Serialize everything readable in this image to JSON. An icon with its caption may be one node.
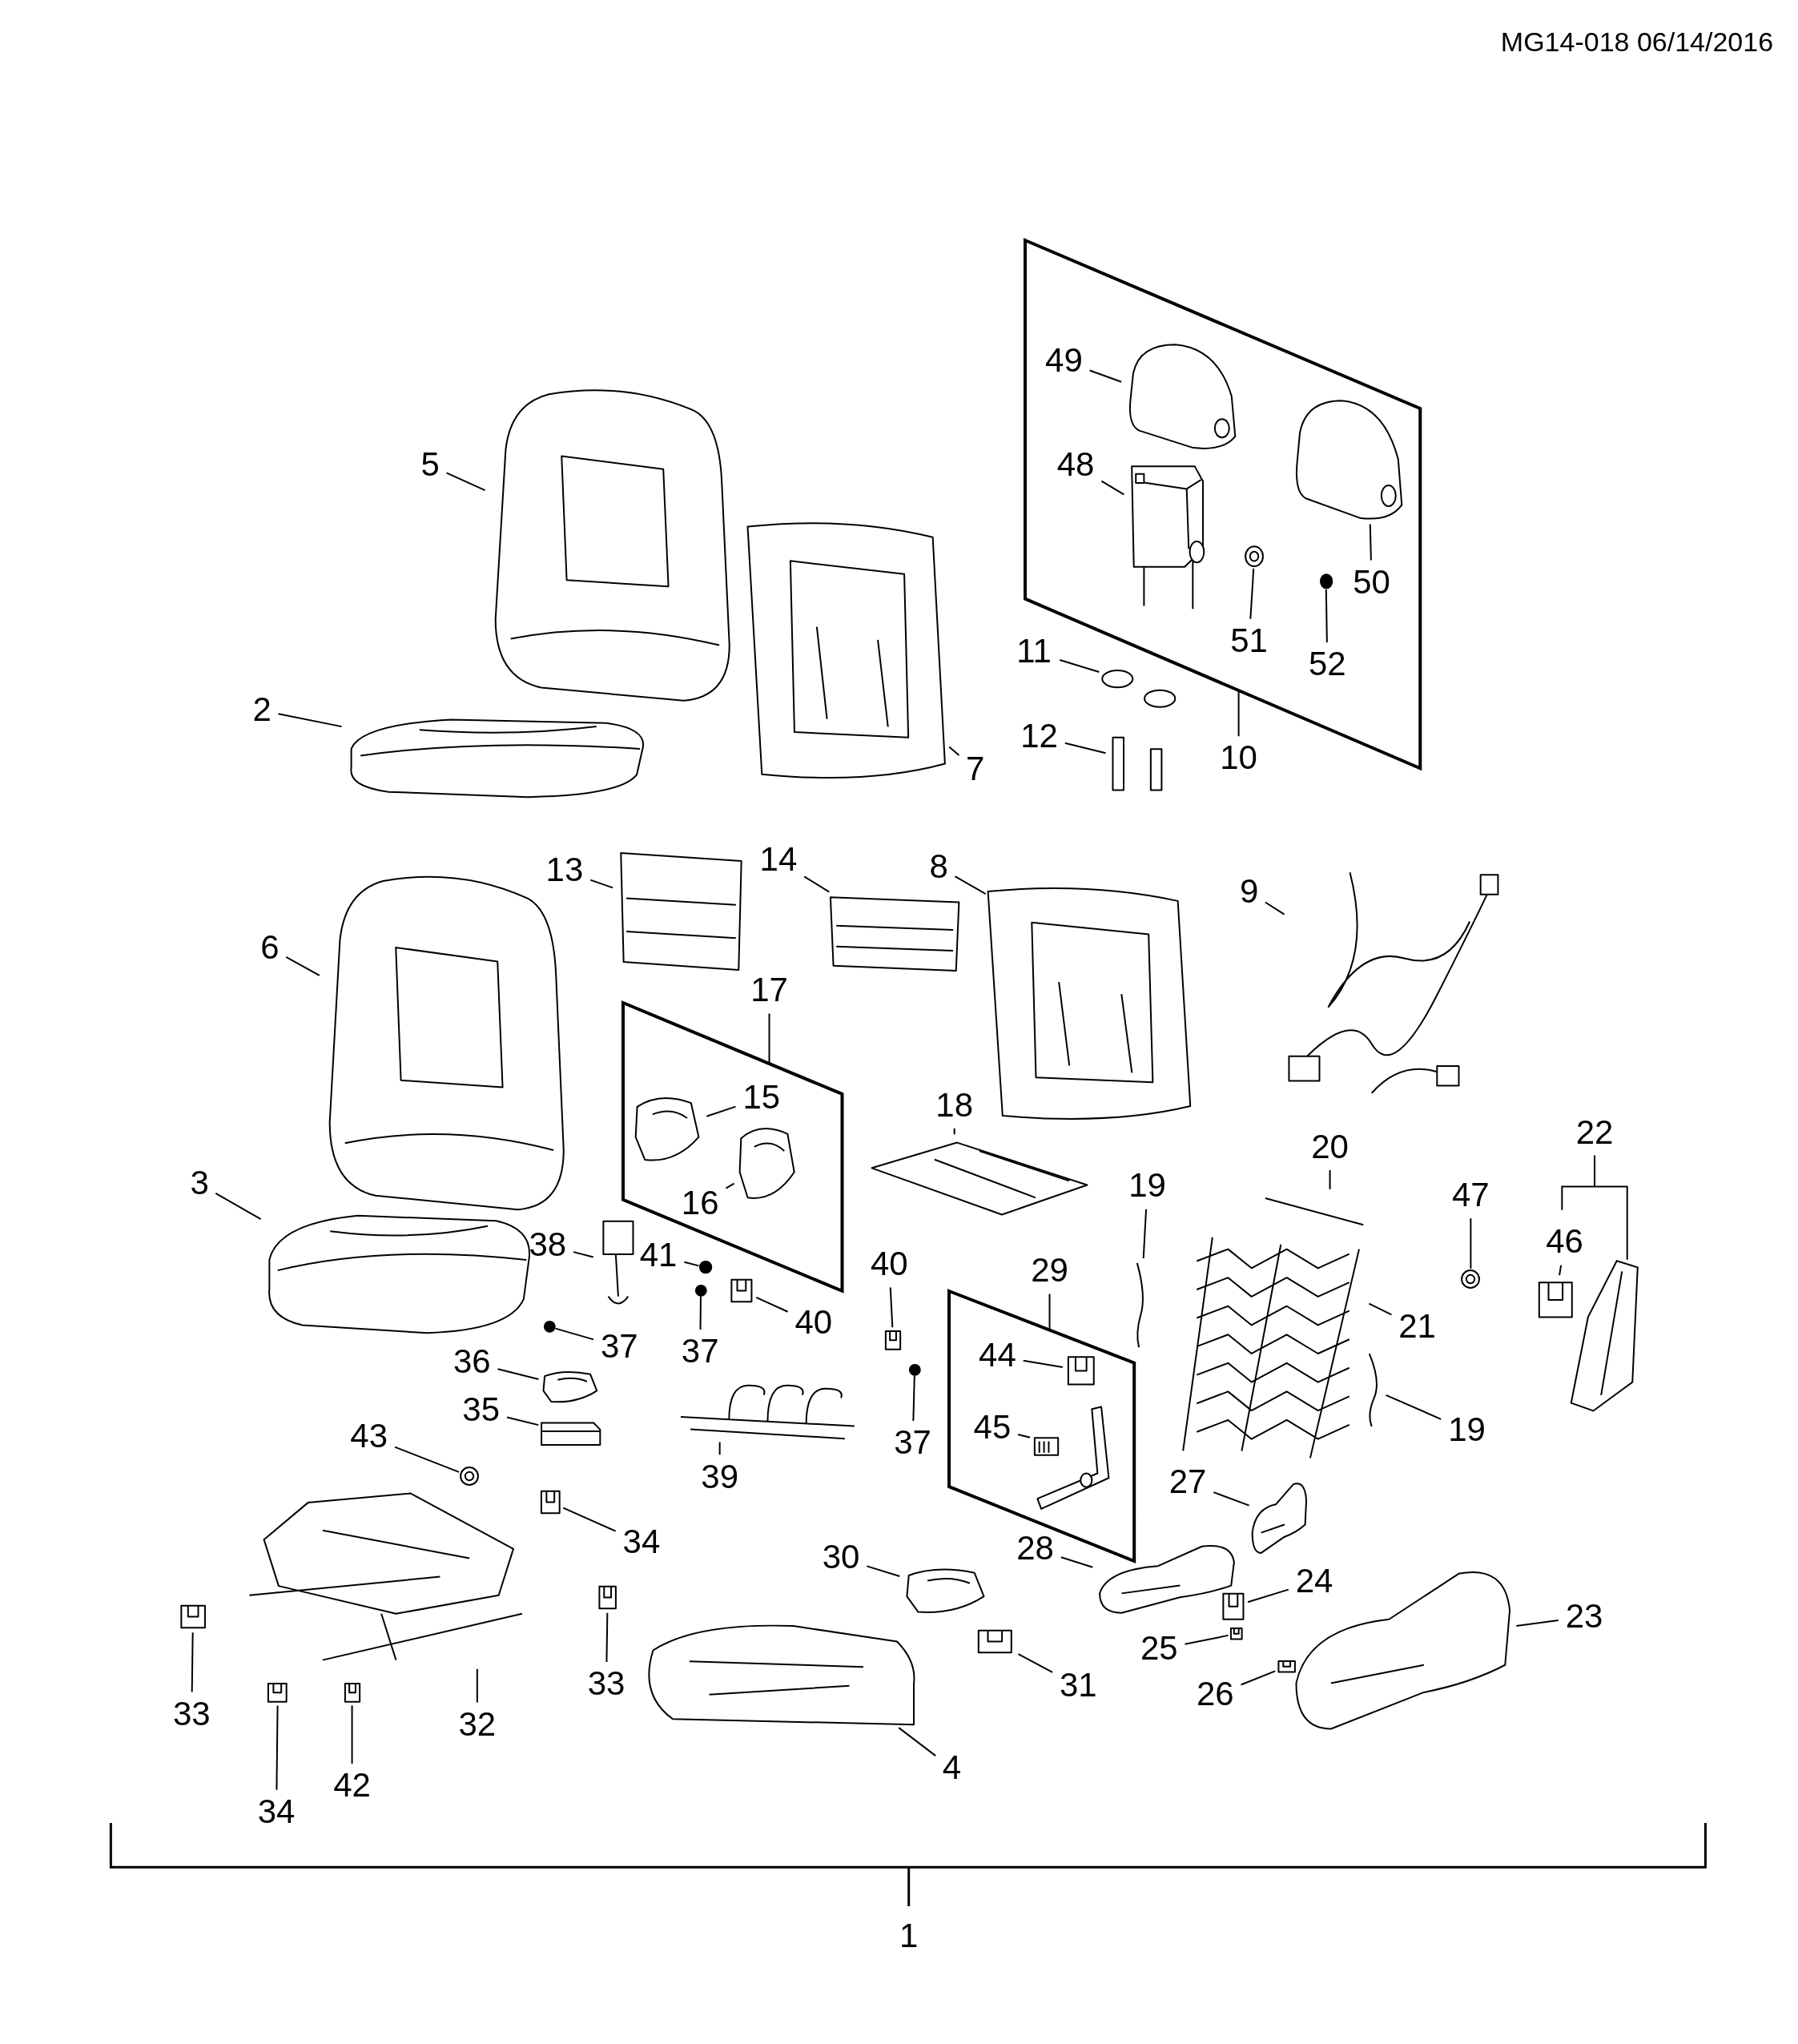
{
  "diagram": {
    "nodes": [
      {
        "text": [],
        "shape": "box"
      },
      {
        "text": [],
        "shape": "box"
      },
      {
        "text": [],
        "shape": "box"
      },
      {
        "text": [
          "2"
        ]
      },
      {
        "text": [],
        "shape": "picture"
      },
      {
        "text": [
          "3"
        ]
      },
      {
        "text": [],
        "shape": "picture"
      },
      {
        "text": [
          "4"
        ]
      },
      {
        "text": [],
        "shape": "picture"
      },
      {
        "text": [
          "5"
        ]
      },
      {
        "text": [],
        "shape": "picture"
      },
      {
        "text": [
          "6"
        ]
      },
      {
        "text": [],
        "shape": "picture"
      },
      {
        "text": [
          "7"
        ]
      },
      {
        "text": [],
        "shape": "picture"
      },
      {
        "text": [
          "8"
        ]
      },
      {
        "text": [],
        "shape": "picture"
      },
      {
        "text": [
          "9"
        ]
      },
      {
        "text": [],
        "shape": "picture"
      },
      {
        "text": [
          "10"
        ]
      },
      {
        "text": [
          "11"
        ]
      },
      {
        "text": [],
        "shape": "picture"
      },
      {
        "text": [
          "12"
        ]
      },
      {
        "text": [],
        "shape": "picture"
      },
      {
        "text": [
          "13"
        ]
      },
      {
        "text": [],
        "shape": "picture"
      },
      {
        "text": [
          "14"
        ]
      },
      {
        "text": [],
        "shape": "picture"
      },
      {
        "text": [
          "15"
        ],
        "in": 1
      },
      {
        "text": [],
        "shape": "picture",
        "in": 1
      },
      {
        "text": [
          "16"
        ],
        "in": 1
      },
      {
        "text": [],
        "shape": "picture",
        "in": 1
      },
      {
        "text": [
          "17"
        ]
      },
      {
        "text": [
          "18"
        ]
      },
      {
        "text": [],
        "shape": "picture"
      },
      {
        "text": [
          "19"
        ]
      },
      {
        "text": [],
        "shape": "picture"
      },
      {
        "text": [
          "19"
        ]
      },
      {
        "text": [],
        "shape": "picture"
      },
      {
        "text": [
          "20"
        ]
      },
      {
        "text": [],
        "shape": "picture"
      },
      {
        "text": [
          "21"
        ]
      },
      {
        "text": [],
        "shape": "picture"
      },
      {
        "text": [
          "23"
        ]
      },
      {
        "text": [],
        "shape": "picture"
      },
      {
        "text": [
          "24"
        ]
      },
      {
        "text": [],
        "shape": "picture"
      },
      {
        "text": [
          "25"
        ]
      },
      {
        "text": [],
        "shape": "picture"
      },
      {
        "text": [
          "26"
        ]
      },
      {
        "text": [],
        "shape": "picture"
      },
      {
        "text": [
          "27"
        ]
      },
      {
        "text": [],
        "shape": "picture"
      },
      {
        "text": [
          "28"
        ]
      },
      {
        "text": [],
        "shape": "picture"
      },
      {
        "text": [
          "29"
        ]
      },
      {
        "text": [
          "30"
        ]
      },
      {
        "text": [],
        "shape": "picture"
      },
      {
        "text": [
          "31"
        ]
      },
      {
        "text": [],
        "shape": "picture"
      },
      {
        "text": [
          "32"
        ]
      },
      {
        "text": [],
        "shape": "picture"
      },
      {
        "text": [
          "33"
        ]
      },
      {
        "text": [],
        "shape": "picture"
      },
      {
        "text": [
          "33"
        ]
      },
      {
        "text": [],
        "shape": "picture"
      },
      {
        "text": [
          "34"
        ]
      },
      {
        "text": [],
        "shape": "picture"
      },
      {
        "text": [
          "34"
        ]
      },
      {
        "text": [],
        "shape": "picture"
      },
      {
        "text": [
          "35"
        ]
      },
      {
        "text": [],
        "shape": "picture"
      },
      {
        "text": [
          "36"
        ]
      },
      {
        "text": [],
        "shape": "picture"
      },
      {
        "text": [
          "37"
        ]
      },
      {
        "text": [],
        "shape": "circle"
      },
      {
        "text": [
          "37"
        ]
      },
      {
        "text": [],
        "shape": "circle"
      },
      {
        "text": [
          "37"
        ]
      },
      {
        "text": [],
        "shape": "circle"
      },
      {
        "text": [
          "38"
        ]
      },
      {
        "text": [],
        "shape": "picture"
      },
      {
        "text": [
          "39"
        ]
      },
      {
        "text": [],
        "shape": "picture"
      },
      {
        "text": [
          "40"
        ]
      },
      {
        "text": [],
        "shape": "picture"
      },
      {
        "text": [
          "40"
        ]
      },
      {
        "text": [],
        "shape": "picture"
      },
      {
        "text": [
          "41"
        ]
      },
      {
        "text": [],
        "shape": "circle"
      },
      {
        "text": [
          "42"
        ]
      },
      {
        "text": [],
        "shape": "picture"
      },
      {
        "text": [
          "43"
        ]
      },
      {
        "text": [],
        "shape": "picture"
      },
      {
        "text": [
          "44"
        ],
        "in": 2
      },
      {
        "text": [],
        "shape": "picture",
        "in": 2
      },
      {
        "text": [
          "45"
        ],
        "in": 2
      },
      {
        "text": [],
        "shape": "picture",
        "in": 2
      },
      {
        "text": [
          "46"
        ]
      },
      {
        "text": [],
        "shape": "picture"
      },
      {
        "text": [
          "47"
        ]
      },
      {
        "text": [],
        "shape": "picture"
      },
      {
        "text": [
          "48"
        ],
        "in": 0
      },
      {
        "text": [],
        "shape": "picture",
        "in": 0
      },
      {
        "text": [
          "49"
        ],
        "in": 0
      },
      {
        "text": [],
        "shape": "picture",
        "in": 0
      },
      {
        "text": [
          "50"
        ],
        "in": 0
      },
      {
        "text": [],
        "shape": "picture",
        "in": 0
      },
      {
        "text": [
          "51"
        ],
        "in": 0
      },
      {
        "text": [],
        "shape": "picture",
        "in": 0
      },
      {
        "text": [
          "52"
        ],
        "in": 0
      },
      {
        "text": [],
        "shape": "circle",
        "in": 0
      }
    ],
    "edges": [
      {
        "from": 3,
        "to": 4,
        "arrow": "none"
      },
      {
        "from": 5,
        "to": 6,
        "arrow": "none"
      },
      {
        "from": 7,
        "to": 8,
        "arrow": "none"
      },
      {
        "from": 9,
        "to": 10,
        "arrow": "none"
      },
      {
        "from": 11,
        "to": 12,
        "arrow": "none"
      },
      {
        "from": 13,
        "to": 14,
        "arrow": "none"
      },
      {
        "from": 15,
        "to": 16,
        "arrow": "none"
      },
      {
        "from": 17,
        "to": 18,
        "arrow": "none"
      },
      {
        "from": 19,
        "to": 0,
        "arrow": "none"
      },
      {
        "from": 20,
        "to": 21,
        "arrow": "none"
      },
      {
        "from": 22,
        "to": 23,
        "arrow": "none"
      },
      {
        "from": 24,
        "to": 25,
        "arrow": "none"
      },
      {
        "from": 26,
        "to": 27,
        "arrow": "none"
      },
      {
        "from": 28,
        "to": 29,
        "arrow": "none"
      },
      {
        "from": 30,
        "to": 31,
        "arrow": "none"
      },
      {
        "from": 32,
        "to": 1,
        "arrow": "none"
      },
      {
        "from": 33,
        "to": 34,
        "arrow": "none"
      },
      {
        "from": 35,
        "to": 36,
        "arrow": "none"
      },
      {
        "from": 37,
        "to": 38,
        "arrow": "none"
      },
      {
        "from": 39,
        "to": 40,
        "arrow": "none"
      },
      {
        "from": 41,
        "to": 42,
        "arrow": "none"
      },
      {
        "from": 43,
        "to": 44,
        "arrow": "none"
      },
      {
        "from": 45,
        "to": 46,
        "arrow": "none"
      },
      {
        "from": 47,
        "to": 48,
        "arrow": "none"
      },
      {
        "from": 49,
        "to": 50,
        "arrow": "none"
      },
      {
        "from": 51,
        "to": 52,
        "arrow": "none"
      },
      {
        "from": 53,
        "to": 54,
        "arrow": "none"
      },
      {
        "from": 55,
        "to": 2,
        "arrow": "none"
      },
      {
        "from": 56,
        "to": 57,
        "arrow": "none"
      },
      {
        "from": 58,
        "to": 59,
        "arrow": "none"
      },
      {
        "from": 60,
        "to": 61,
        "arrow": "none"
      },
      {
        "from": 62,
        "to": 63,
        "arrow": "none"
      },
      {
        "from": 64,
        "to": 65,
        "arrow": "none"
      },
      {
        "from": 66,
        "to": 67,
        "arrow": "none"
      },
      {
        "from": 68,
        "to": 69,
        "arrow": "none"
      },
      {
        "from": 70,
        "to": 71,
        "arrow": "none"
      },
      {
        "from": 72,
        "to": 73,
        "arrow": "none"
      },
      {
        "from": 74,
        "to": 75,
        "arrow": "none"
      },
      {
        "from": 76,
        "to": 77,
        "arrow": "none"
      },
      {
        "from": 78,
        "to": 79,
        "arrow": "none"
      },
      {
        "from": 80,
        "to": 81,
        "arrow": "none"
      },
      {
        "from": 82,
        "to": 83,
        "arrow": "none"
      },
      {
        "from": 84,
        "to": 85,
        "arrow": "none"
      },
      {
        "from": 86,
        "to": 87,
        "arrow": "none"
      },
      {
        "from": 88,
        "to": 89,
        "arrow": "none"
      },
      {
        "from": 90,
        "to": 91,
        "arrow": "none"
      },
      {
        "from": 92,
        "to": 93,
        "arrow": "none"
      },
      {
        "from": 94,
        "to": 95,
        "arrow": "none"
      },
      {
        "from": 96,
        "to": 97,
        "arrow": "none"
      },
      {
        "from": 98,
        "to": 99,
        "arrow": "none"
      },
      {
        "from": 100,
        "to": 101,
        "arrow": "none"
      },
      {
        "from": 102,
        "to": 103,
        "arrow": "none"
      },
      {
        "from": 104,
        "to": 105,
        "arrow": "none"
      },
      {
        "from": 106,
        "to": 107,
        "arrow": "none"
      },
      {
        "from": 108,
        "to": 109,
        "arrow": "none"
      },
      {
        "from": 110,
        "to": 111,
        "arrow": "none"
      }
    ],
    "labels": [
      "MG14-018 06/14/2016",
      "22",
      "1"
    ]
  }
}
